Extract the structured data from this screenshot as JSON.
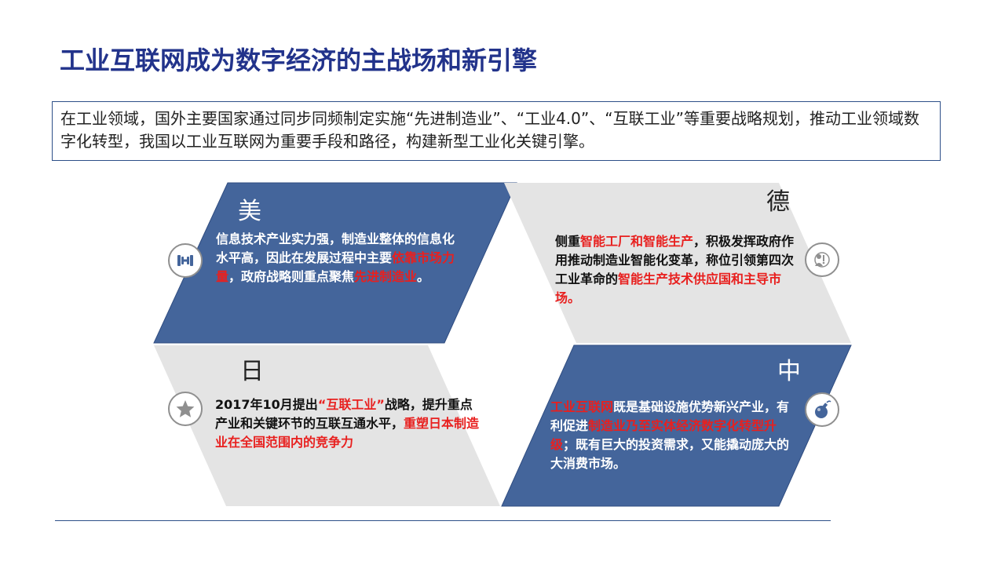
{
  "title": "工业互联网成为数字经济的主战场和新引擎",
  "intro": "在工业领域，国外主要国家通过同步同频制定实施“先进制造业”、“工业4.0”、“互联工业”等重要战略规划，推动工业领域数字化转型，我国以工业互联网为重要手段和路径，构建新型工业化关键引擎。",
  "colors": {
    "title": "#22338b",
    "blue_panel": "#44659b",
    "grey_panel": "#e4e4e4",
    "highlight": "#e8201f"
  },
  "panels": {
    "usa": {
      "heading": "美",
      "icon": "dumbbell-icon",
      "text": {
        "p1": "信息技术产业实力强，制造业整体的信息化水平高，因此在发展过程中主要",
        "h1": "依靠市场力量",
        "p2": "，政府战略则重点聚焦",
        "h2": "先进制造业",
        "p3": "。"
      }
    },
    "germany": {
      "heading": "德",
      "icon": "person-gear-icon",
      "text": {
        "p1": "侧重",
        "h1": "智能工厂和智能生产",
        "p2": "，积极发挥政府作用推动制造业智能化变革，称位引领第四次工业革命的",
        "h2": "智能生产技术供应国和主导市场。"
      }
    },
    "japan": {
      "heading": "日",
      "icon": "star-icon",
      "text": {
        "p1": "2017年10月提出",
        "h1": "“互联工业”",
        "p2": "战略，提升重点产业和关键环节的互联互通水平，",
        "h2": "重塑日本制造业在全国范围内的竞争力"
      }
    },
    "china": {
      "heading": "中",
      "icon": "bomb-icon",
      "text": {
        "h1": "工业互联网",
        "p1": "既是基础设施优势新兴产业，有利促进",
        "h2": "制造业乃至实体经济数字化转型升级",
        "p2": "；既有巨大的投资需求，又能撬动庞大的大消费市场。"
      }
    }
  }
}
